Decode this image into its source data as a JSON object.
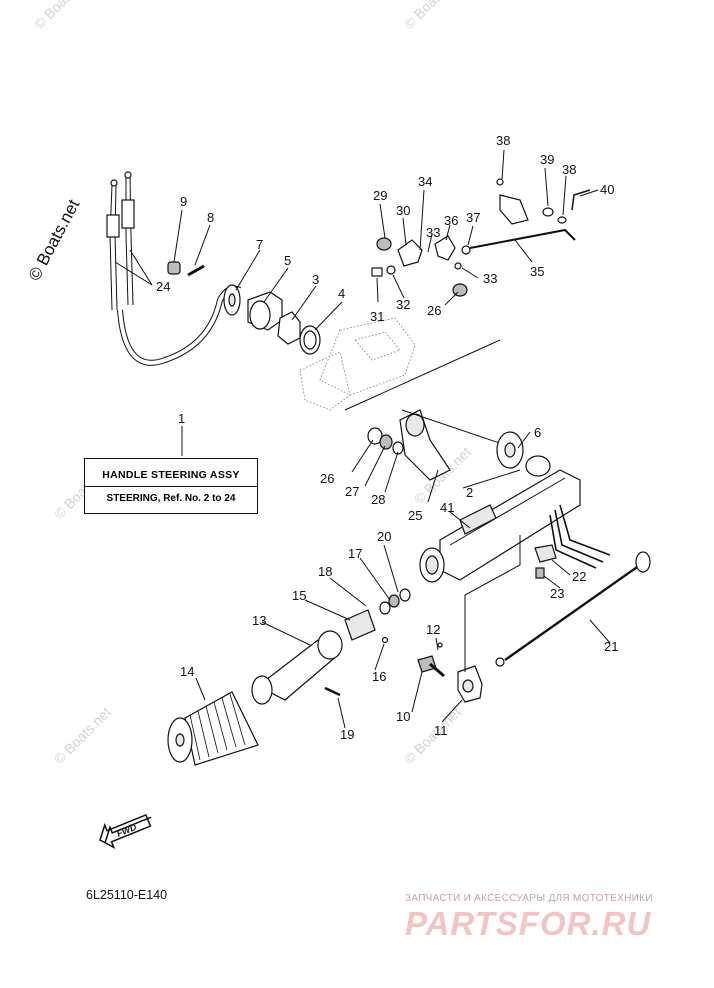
{
  "watermark": "© Boats.net",
  "assembly": {
    "line1": "HANDLE STEERING ASSY",
    "line2": "STEERING, Ref. No. 2 to 24"
  },
  "diagram_code": "6L25110-E140",
  "fwd_label": "FWD",
  "shop": {
    "subtitle": "ЗАПЧАСТИ И АКСЕССУАРЫ ДЛЯ МОТОТЕХНИКИ",
    "brand": "PARTSFOR.RU"
  },
  "callouts": {
    "c1": "1",
    "c2": "2",
    "c3": "3",
    "c4": "4",
    "c5": "5",
    "c6": "6",
    "c7": "7",
    "c8": "8",
    "c9": "9",
    "c10": "10",
    "c11": "11",
    "c12": "12",
    "c13": "13",
    "c14": "14",
    "c15": "15",
    "c16": "16",
    "c17": "17",
    "c18": "18",
    "c19": "19",
    "c20": "20",
    "c21": "21",
    "c22": "22",
    "c23": "23",
    "c24": "24",
    "c25": "25",
    "c26a": "26",
    "c26b": "26",
    "c27": "27",
    "c28": "28",
    "c29": "29",
    "c30": "30",
    "c31": "31",
    "c32": "32",
    "c33a": "33",
    "c33b": "33",
    "c34": "34",
    "c35": "35",
    "c36": "36",
    "c37": "37",
    "c38a": "38",
    "c38b": "38",
    "c39": "39",
    "c40": "40",
    "c41": "41"
  }
}
